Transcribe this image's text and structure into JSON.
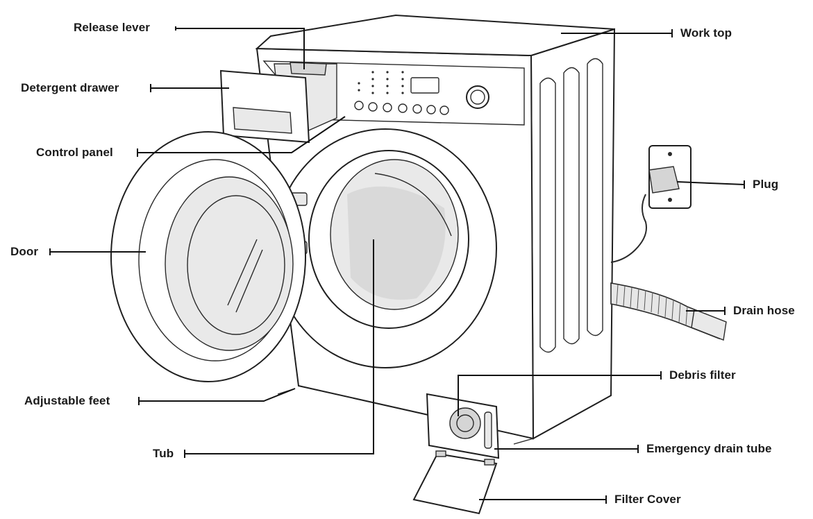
{
  "diagram": {
    "labels": {
      "release_lever": "Release lever",
      "detergent_drawer": "Detergent drawer",
      "control_panel": "Control panel",
      "door": "Door",
      "adjustable_feet": "Adjustable feet",
      "tub": "Tub",
      "work_top": "Work top",
      "plug": "Plug",
      "drain_hose": "Drain hose",
      "debris_filter": "Debris filter",
      "emergency_drain_tube": "Emergency drain tube",
      "filter_cover": "Filter Cover"
    },
    "colors": {
      "line": "#1f1f1f",
      "text": "#1a1a1a",
      "shade": "#e9e9e9"
    }
  }
}
